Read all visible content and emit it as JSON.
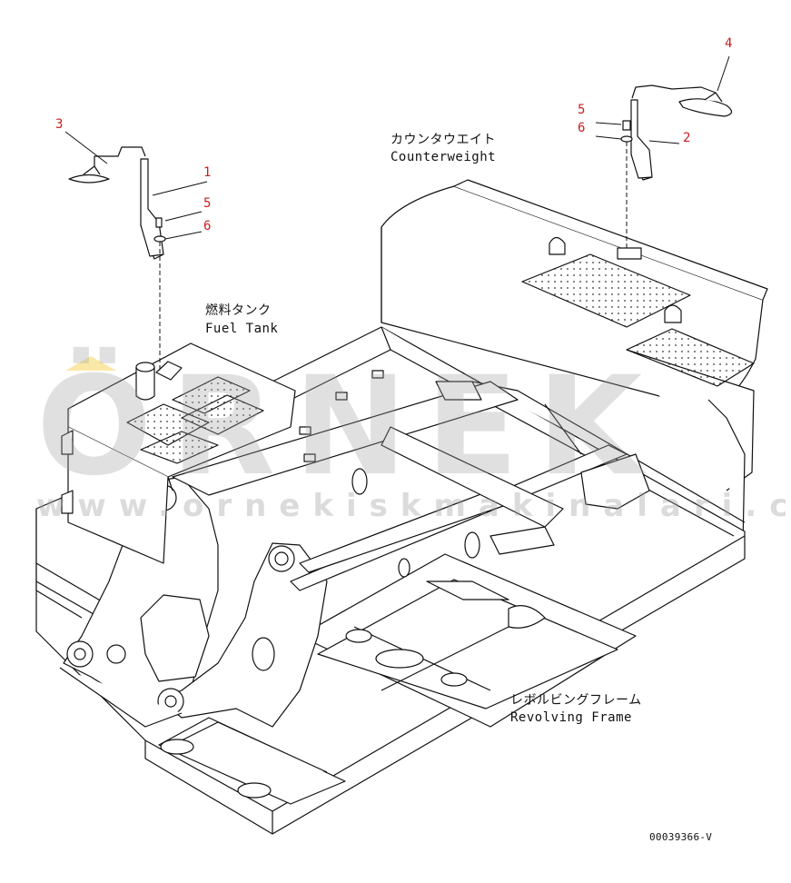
{
  "labels": {
    "counterweight_jp": "カウンタウエイト",
    "counterweight_en": "Counterweight",
    "fuel_tank_jp": "燃料タンク",
    "fuel_tank_en": "Fuel Tank",
    "frame_jp": "レボルビングフレーム",
    "frame_en": "Revolving Frame"
  },
  "callouts": {
    "left": {
      "lamp": "3",
      "bracket": "1",
      "bolt": "5",
      "washer": "6"
    },
    "right": {
      "lamp": "4",
      "bracket": "2",
      "bolt": "5",
      "washer": "6"
    }
  },
  "drawing_code": "00039366-V",
  "watermark": {
    "main": "ÖRNEK",
    "url": "www.ornekiskmakinalari.com.tr"
  },
  "colors": {
    "callout": "#c81e1e",
    "line": "#111111",
    "watermark": "#a0a0a0",
    "accent": "#f0c000"
  }
}
